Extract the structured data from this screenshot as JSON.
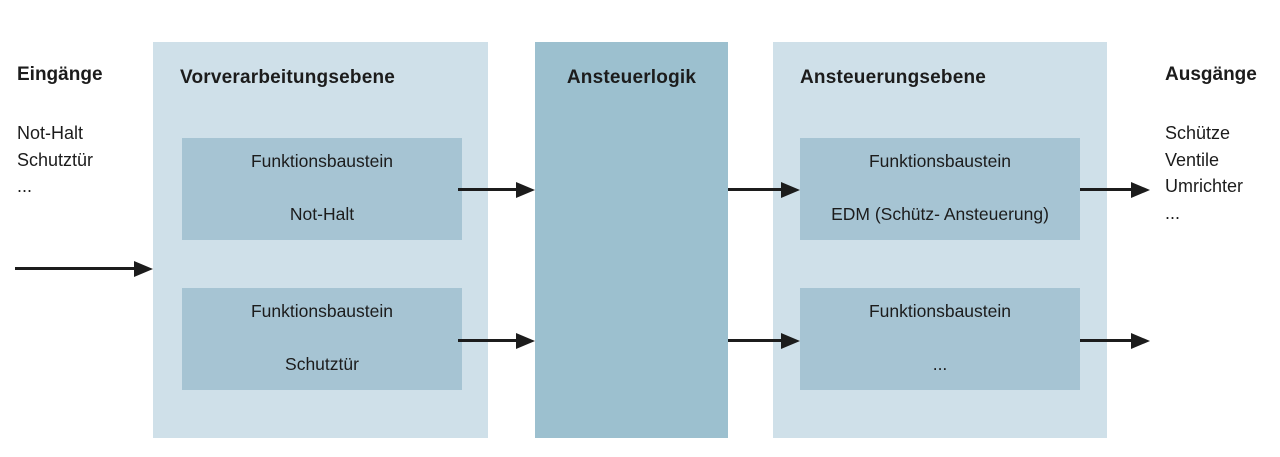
{
  "inputs": {
    "title": "Eingänge",
    "items": [
      "Not-Halt",
      "Schutztür",
      "..."
    ]
  },
  "outputs": {
    "title": "Ausgänge",
    "items": [
      "Schütze",
      "Ventile",
      "Umrichter",
      "..."
    ]
  },
  "panels": {
    "preprocessing": {
      "title": "Vorverarbeitungsebene",
      "boxes": [
        {
          "line1": "Funktionsbaustein",
          "line2": "Not-Halt"
        },
        {
          "line1": "Funktionsbaustein",
          "line2": "Schutztür"
        }
      ]
    },
    "logic": {
      "title": "Ansteuerlogik"
    },
    "control": {
      "title": "Ansteuerungsebene",
      "boxes": [
        {
          "line1": "Funktionsbaustein",
          "line2": "EDM (Schütz- Ansteuerung)"
        },
        {
          "line1": "Funktionsbaustein",
          "line2": "..."
        }
      ]
    }
  },
  "colors": {
    "panel_light": "#cfe0e9",
    "panel_dark": "#9cc0cf",
    "function_box": "#a6c4d3",
    "arrow": "#1c1c1c",
    "text": "#1c1c1c"
  }
}
